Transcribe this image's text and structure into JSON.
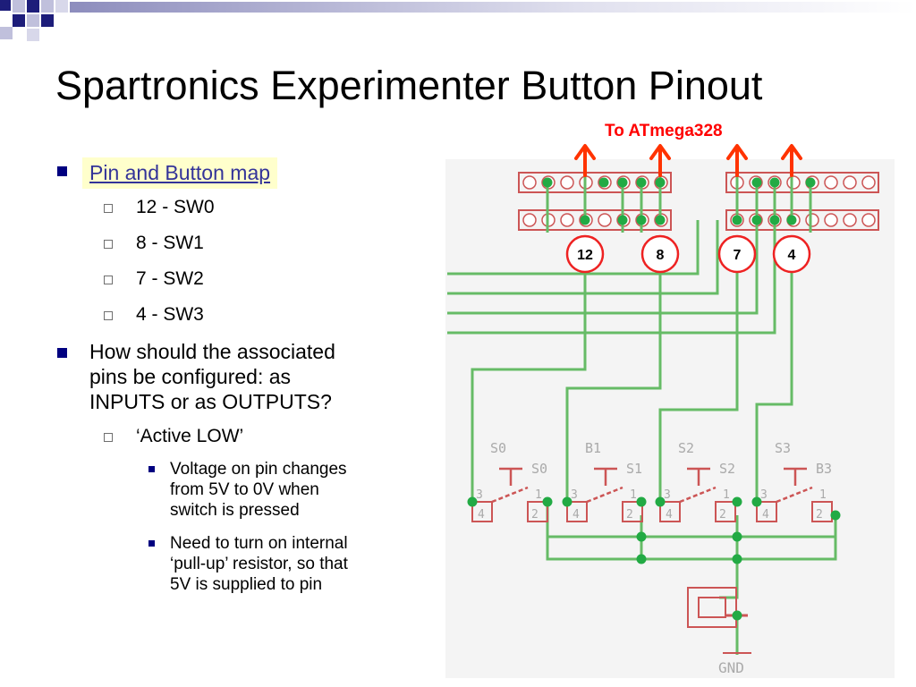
{
  "slide": {
    "title": "Spartronics Experimenter Button Pinout",
    "bullets": {
      "heading": "Pin and Button map",
      "pin_map": [
        "12 - SW0",
        "8 - SW1",
        "7 - SW2",
        "4 - SW3"
      ],
      "question_lines": [
        "How should the associated",
        "pins be configured: as",
        "INPUTS or as OUTPUTS?"
      ],
      "active_low": "‘Active LOW’",
      "detail1_lines": [
        "Voltage on pin changes",
        "from 5V to 0V when",
        "switch is pressed"
      ],
      "detail2_lines": [
        "Need to turn on internal",
        "‘pull-up’ resistor, so that",
        "5V is supplied to pin"
      ]
    }
  },
  "diagram": {
    "callout": "To ATmega328",
    "pin_labels": [
      "12",
      "8",
      "7",
      "4"
    ],
    "switch_labels": [
      {
        "top": "S0",
        "side": "S0"
      },
      {
        "top": "B1",
        "side": "S1"
      },
      {
        "top": "S2",
        "side": "S2"
      },
      {
        "top": "S3",
        "side": "B3"
      }
    ],
    "pad_numbers": {
      "n1": "1",
      "n2": "2",
      "n3": "3",
      "n4": "4"
    },
    "gnd_label": "GND",
    "colors": {
      "wire": "#66bb66",
      "dot": "#22aa44",
      "part": "#cc5555",
      "arrow": "#ff2200",
      "circle": "#ee2222"
    }
  },
  "icons": [
    "corner-squares-decoration",
    "up-arrow-icon",
    "square-bullet-icon",
    "hollow-square-bullet-icon"
  ]
}
